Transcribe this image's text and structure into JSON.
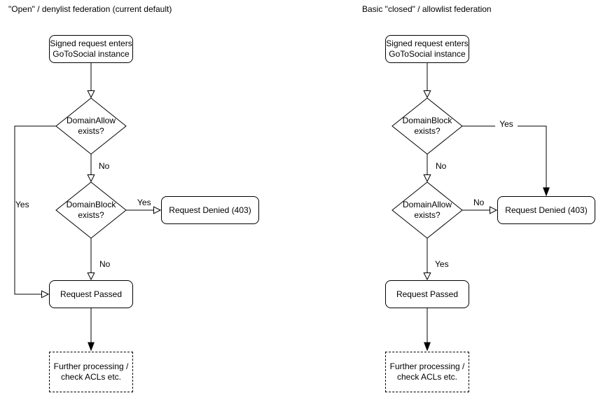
{
  "style": {
    "stroke": "#000000",
    "text_color": "#000000",
    "background": "#ffffff",
    "node_fill": "#ffffff"
  },
  "left": {
    "title": "\"Open\" / denylist federation (current default)",
    "nodes": {
      "start": "Signed request enters\nGoToSocial instance",
      "decision1": "DomainAllow\nexists?",
      "decision2": "DomainBlock\nexists?",
      "denied": "Request Denied (403)",
      "passed": "Request Passed",
      "further": "Further processing /\ncheck ACLs etc."
    },
    "edge_labels": {
      "decision1_no": "No",
      "decision1_yes": "Yes",
      "decision2_yes": "Yes",
      "decision2_no": "No"
    }
  },
  "right": {
    "title": "Basic \"closed\" / allowlist federation",
    "nodes": {
      "start": "Signed request enters\nGoToSocial instance",
      "decision1": "DomainBlock\nexists?",
      "decision2": "DomainAllow\nexists?",
      "denied": "Request Denied (403)",
      "passed": "Request Passed",
      "further": "Further processing /\ncheck ACLs etc."
    },
    "edge_labels": {
      "decision1_yes": "Yes",
      "decision1_no": "No",
      "decision2_no": "No",
      "decision2_yes": "Yes"
    }
  }
}
